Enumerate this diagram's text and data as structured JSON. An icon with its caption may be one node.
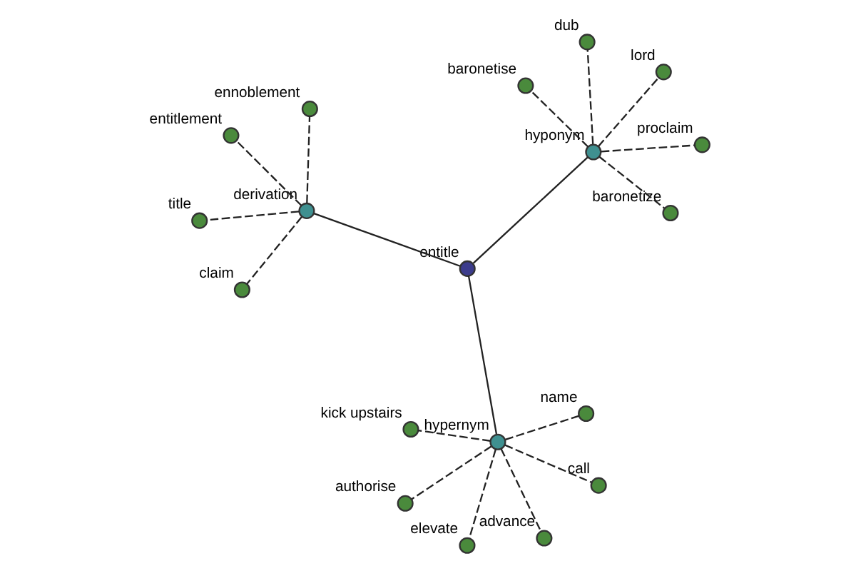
{
  "diagram": {
    "nodes": [
      {
        "text": [
          "entitle"
        ]
      },
      {
        "text": [
          "derivation"
        ]
      },
      {
        "text": [
          "claim"
        ]
      },
      {
        "text": [
          "entitlement"
        ]
      },
      {
        "text": [
          "ennoblement"
        ]
      },
      {
        "text": [
          "title"
        ]
      },
      {
        "text": [
          "hypernym"
        ]
      },
      {
        "text": [
          "call"
        ]
      },
      {
        "text": [
          "kick upstairs"
        ]
      },
      {
        "text": [
          "advance"
        ]
      },
      {
        "text": [
          "elevate"
        ]
      },
      {
        "text": [
          "authorise"
        ]
      },
      {
        "text": [
          "name"
        ]
      },
      {
        "text": [
          "hyponym"
        ]
      },
      {
        "text": [
          "lord"
        ]
      },
      {
        "text": [
          "baronetize"
        ]
      },
      {
        "text": [
          "proclaim"
        ]
      },
      {
        "text": [
          "dub"
        ]
      },
      {
        "text": [
          "baronetise"
        ]
      }
    ],
    "edges": [
      {
        "from": 0,
        "to": 1,
        "arrow": "none"
      },
      {
        "from": 0,
        "to": 6,
        "arrow": "none"
      },
      {
        "from": 0,
        "to": 13,
        "arrow": "none"
      },
      {
        "from": 1,
        "to": 2,
        "arrow": "none",
        "style": "dashed"
      },
      {
        "from": 1,
        "to": 3,
        "arrow": "none",
        "style": "dashed"
      },
      {
        "from": 1,
        "to": 4,
        "arrow": "none",
        "style": "dashed"
      },
      {
        "from": 1,
        "to": 5,
        "arrow": "none",
        "style": "dashed"
      },
      {
        "from": 6,
        "to": 7,
        "arrow": "none",
        "style": "dashed"
      },
      {
        "from": 6,
        "to": 8,
        "arrow": "none",
        "style": "dashed"
      },
      {
        "from": 6,
        "to": 9,
        "arrow": "none",
        "style": "dashed"
      },
      {
        "from": 6,
        "to": 10,
        "arrow": "none",
        "style": "dashed"
      },
      {
        "from": 6,
        "to": 11,
        "arrow": "none",
        "style": "dashed"
      },
      {
        "from": 6,
        "to": 12,
        "arrow": "none",
        "style": "dashed"
      },
      {
        "from": 13,
        "to": 14,
        "arrow": "none",
        "style": "dashed"
      },
      {
        "from": 13,
        "to": 15,
        "arrow": "none",
        "style": "dashed"
      },
      {
        "from": 13,
        "to": 16,
        "arrow": "none",
        "style": "dashed"
      },
      {
        "from": 13,
        "to": 17,
        "arrow": "none",
        "style": "dashed"
      },
      {
        "from": 13,
        "to": 18,
        "arrow": "none",
        "style": "dashed"
      }
    ]
  }
}
